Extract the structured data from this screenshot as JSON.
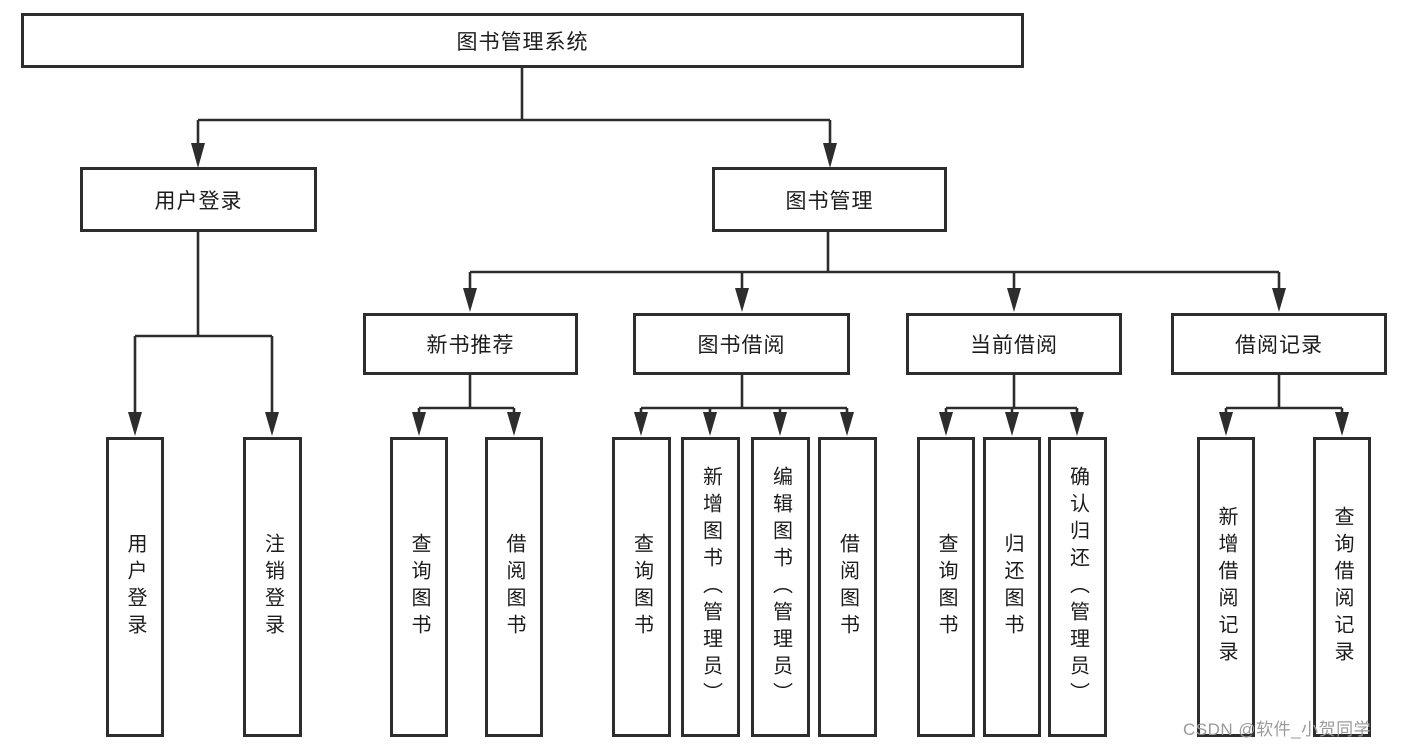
{
  "diagram": {
    "type": "hierarchy-tree",
    "root": {
      "label": "图书管理系统"
    },
    "level2": {
      "user_login": {
        "label": "用户登录"
      },
      "book_mgmt": {
        "label": "图书管理"
      }
    },
    "level3": {
      "new_book_rec": {
        "label": "新书推荐",
        "parent": "图书管理"
      },
      "book_borrow": {
        "label": "图书借阅",
        "parent": "图书管理"
      },
      "current_borrow": {
        "label": "当前借阅",
        "parent": "图书管理"
      },
      "borrow_records": {
        "label": "借阅记录",
        "parent": "图书管理"
      }
    },
    "level4": {
      "user_login_leaf": {
        "label": "用户登录",
        "parent": "用户登录"
      },
      "logout": {
        "label": "注销登录",
        "parent": "用户登录"
      },
      "query_book_a": {
        "label": "查询图书",
        "parent": "新书推荐"
      },
      "borrow_book_a": {
        "label": "借阅图书",
        "parent": "新书推荐"
      },
      "query_book_b": {
        "label": "查询图书",
        "parent": "图书借阅"
      },
      "add_book": {
        "label": "新增图书（管理员）",
        "parent": "图书借阅"
      },
      "edit_book": {
        "label": "编辑图书（管理员）",
        "parent": "图书借阅"
      },
      "borrow_book_b": {
        "label": "借阅图书",
        "parent": "图书借阅"
      },
      "query_book_c": {
        "label": "查询图书",
        "parent": "当前借阅"
      },
      "return_book": {
        "label": "归还图书",
        "parent": "当前借阅"
      },
      "confirm_return": {
        "label": "确认归还（管理员）",
        "parent": "当前借阅"
      },
      "add_borrow_record": {
        "label": "新增借阅记录",
        "parent": "借阅记录"
      },
      "query_borrow_record": {
        "label": "查询借阅记录",
        "parent": "借阅记录"
      }
    }
  },
  "watermark": {
    "text": "CSDN @软件_小贺同学"
  },
  "colors": {
    "line": "#2d2d2d",
    "text": "#1c1c1c",
    "watermark": "#9b9b9b",
    "background": "#ffffff"
  }
}
